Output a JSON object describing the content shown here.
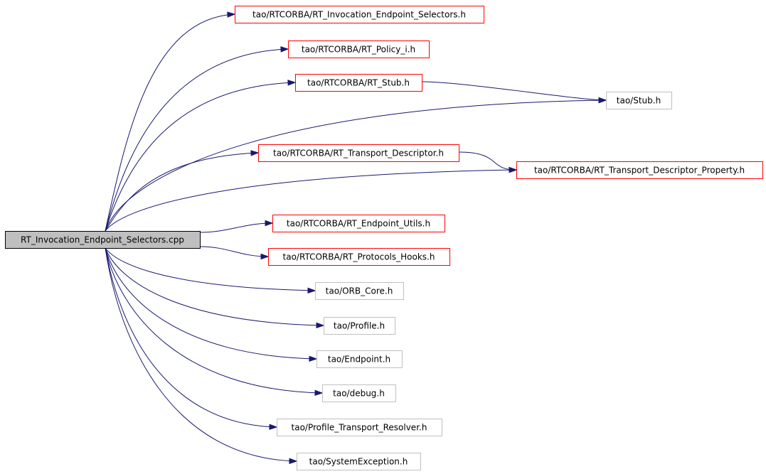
{
  "colors": {
    "edge": "#191970",
    "root_fill": "#bfbfbf",
    "root_border": "#000000",
    "linked_border": "#ff0000",
    "plain_border": "#bfbfbf",
    "node_fill": "#ffffff"
  },
  "graph": {
    "root": {
      "id": "root",
      "label": "RT_Invocation_Endpoint_Selectors.cpp"
    },
    "nodes": [
      {
        "id": "n1",
        "label": "tao/RTCORBA/RT_Invocation_Endpoint_Selectors.h",
        "style": "linked"
      },
      {
        "id": "n2",
        "label": "tao/RTCORBA/RT_Policy_i.h",
        "style": "linked"
      },
      {
        "id": "n3",
        "label": "tao/RTCORBA/RT_Stub.h",
        "style": "linked"
      },
      {
        "id": "n4",
        "label": "tao/Stub.h",
        "style": "plain"
      },
      {
        "id": "n5",
        "label": "tao/RTCORBA/RT_Transport_Descriptor.h",
        "style": "linked"
      },
      {
        "id": "n6",
        "label": "tao/RTCORBA/RT_Transport_Descriptor_Property.h",
        "style": "linked"
      },
      {
        "id": "n7",
        "label": "tao/RTCORBA/RT_Endpoint_Utils.h",
        "style": "linked"
      },
      {
        "id": "n8",
        "label": "tao/RTCORBA/RT_Protocols_Hooks.h",
        "style": "linked"
      },
      {
        "id": "n9",
        "label": "tao/ORB_Core.h",
        "style": "plain"
      },
      {
        "id": "n10",
        "label": "tao/Profile.h",
        "style": "plain"
      },
      {
        "id": "n11",
        "label": "tao/Endpoint.h",
        "style": "plain"
      },
      {
        "id": "n12",
        "label": "tao/debug.h",
        "style": "plain"
      },
      {
        "id": "n13",
        "label": "tao/Profile_Transport_Resolver.h",
        "style": "plain"
      },
      {
        "id": "n14",
        "label": "tao/SystemException.h",
        "style": "plain"
      }
    ],
    "edges": [
      {
        "from": "root",
        "to": "n1"
      },
      {
        "from": "root",
        "to": "n2"
      },
      {
        "from": "root",
        "to": "n3"
      },
      {
        "from": "root",
        "to": "n4"
      },
      {
        "from": "root",
        "to": "n5"
      },
      {
        "from": "root",
        "to": "n6"
      },
      {
        "from": "root",
        "to": "n7"
      },
      {
        "from": "root",
        "to": "n8"
      },
      {
        "from": "root",
        "to": "n9"
      },
      {
        "from": "root",
        "to": "n10"
      },
      {
        "from": "root",
        "to": "n11"
      },
      {
        "from": "root",
        "to": "n12"
      },
      {
        "from": "root",
        "to": "n13"
      },
      {
        "from": "root",
        "to": "n14"
      },
      {
        "from": "n3",
        "to": "n4"
      },
      {
        "from": "n5",
        "to": "n6"
      }
    ]
  }
}
